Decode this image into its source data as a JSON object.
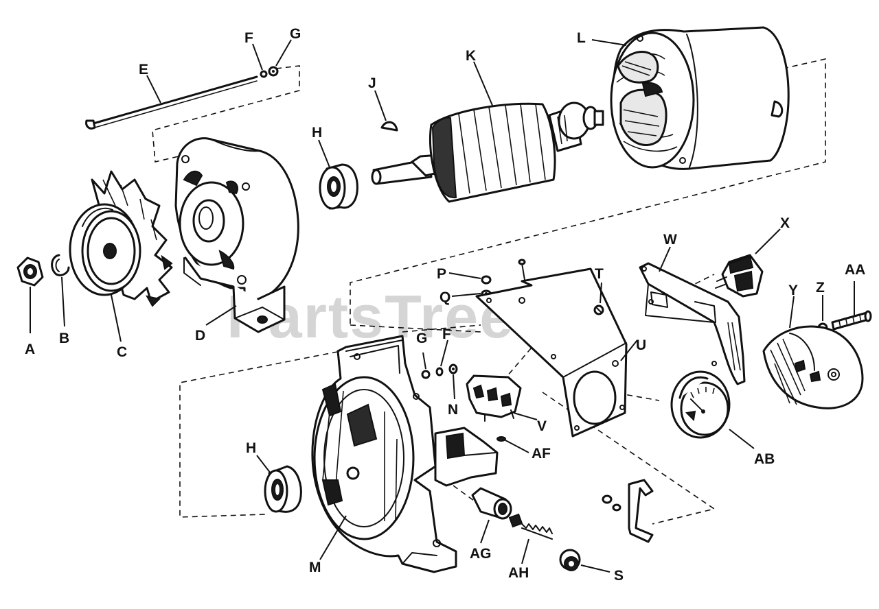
{
  "watermark": "PartsTree",
  "callouts": [
    {
      "id": "A",
      "label": "A"
    },
    {
      "id": "B",
      "label": "B"
    },
    {
      "id": "C",
      "label": "C"
    },
    {
      "id": "D",
      "label": "D"
    },
    {
      "id": "E",
      "label": "E"
    },
    {
      "id": "F1",
      "label": "F"
    },
    {
      "id": "G1",
      "label": "G"
    },
    {
      "id": "H1",
      "label": "H"
    },
    {
      "id": "J",
      "label": "J"
    },
    {
      "id": "K",
      "label": "K"
    },
    {
      "id": "L",
      "label": "L"
    },
    {
      "id": "P",
      "label": "P"
    },
    {
      "id": "Q",
      "label": "Q"
    },
    {
      "id": "T",
      "label": "T"
    },
    {
      "id": "W",
      "label": "W"
    },
    {
      "id": "X",
      "label": "X"
    },
    {
      "id": "AA",
      "label": "AA"
    },
    {
      "id": "Z",
      "label": "Z"
    },
    {
      "id": "Y",
      "label": "Y"
    },
    {
      "id": "U",
      "label": "U"
    },
    {
      "id": "G2",
      "label": "G"
    },
    {
      "id": "F2",
      "label": "F"
    },
    {
      "id": "N",
      "label": "N"
    },
    {
      "id": "V",
      "label": "V"
    },
    {
      "id": "AF",
      "label": "AF"
    },
    {
      "id": "AB",
      "label": "AB"
    },
    {
      "id": "H2",
      "label": "H"
    },
    {
      "id": "M",
      "label": "M"
    },
    {
      "id": "AG",
      "label": "AG"
    },
    {
      "id": "AH",
      "label": "AH"
    },
    {
      "id": "S",
      "label": "S"
    }
  ]
}
